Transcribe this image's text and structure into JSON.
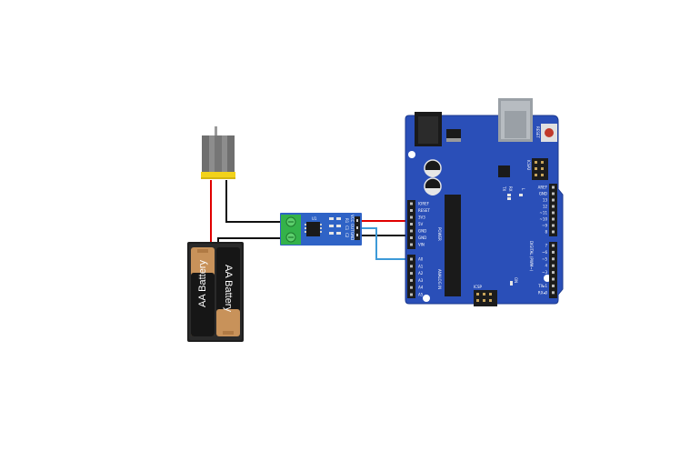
{
  "batteries": [
    {
      "label": "AA Battery"
    },
    {
      "label": "AA Battery"
    }
  ],
  "sensor": {
    "chip_label": "U1",
    "pin_labels": [
      "VCC",
      "OUT",
      "GND"
    ],
    "part_labels": [
      "R1",
      "C1",
      "C2"
    ]
  },
  "arduino": {
    "reset_label": "RESET",
    "icsp2_label": "ICSP2",
    "icsp_label": "ICSP",
    "on_label": "ON",
    "l_label": "L",
    "tx_label": "TX",
    "rx_label": "RX",
    "digital_label": "DIGITAL (PWM~)",
    "power_label": "POWER",
    "analog_label": "ANALOG IN",
    "power_pins": [
      "IOREF",
      "RESET",
      "3V3",
      "5V",
      "GND",
      "GND",
      "VIN"
    ],
    "analog_pins": [
      "A0",
      "A1",
      "A2",
      "A3",
      "A4",
      "A5"
    ],
    "digital_pins_top": [
      "AREF",
      "GND",
      "13",
      "12",
      "~11",
      "~10",
      "~9",
      "8"
    ],
    "digital_pins_bottom": [
      "7",
      "~6",
      "~5",
      "4",
      "~3",
      "2",
      "TX▸1",
      "RX◂0"
    ]
  },
  "colors": {
    "board_blue": "#2a4fb8",
    "wire_red": "#e00000",
    "wire_black": "#111111",
    "wire_blue": "#3d9ad8",
    "motor_yellow": "#f2d21a",
    "terminal_green": "#34b24a",
    "battery_copper": "#c8925a"
  }
}
